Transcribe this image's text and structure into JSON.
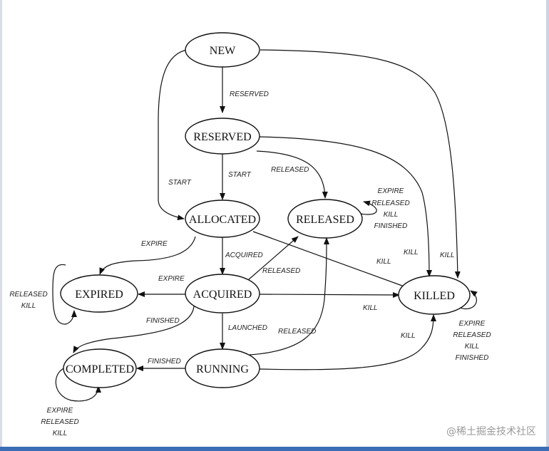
{
  "states": {
    "new": "NEW",
    "reserved": "RESERVED",
    "allocated": "ALLOCATED",
    "released": "RELEASED",
    "expired": "EXPIRED",
    "acquired": "ACQUIRED",
    "killed": "KILLED",
    "completed": "COMPLETED",
    "running": "RUNNING"
  },
  "transitions": {
    "new_to_reserved": "RESERVED",
    "new_to_allocated": "START",
    "reserved_to_allocated": "START",
    "reserved_to_released": "RELEASED",
    "released_self": [
      "EXPIRE",
      "RELEASED",
      "KILL",
      "FINISHED"
    ],
    "allocated_to_expired": "EXPIRE",
    "allocated_to_acquired": "ACQUIRED",
    "acquired_to_released": "RELEASED",
    "acquired_to_expired": "EXPIRE",
    "reserved_to_killed": "KILL",
    "new_to_killed": "KILL",
    "allocated_to_killed": "KILL",
    "acquired_to_killed": "KILL",
    "expired_self": [
      "RELEASED",
      "KILL"
    ],
    "acquired_to_completed": "FINISHED",
    "acquired_to_running": "LAUNCHED",
    "running_to_released": "RELEASED",
    "running_to_killed": "KILL",
    "killed_self": [
      "EXPIRE",
      "RELEASED",
      "KILL",
      "FINISHED"
    ],
    "running_to_completed": "FINISHED",
    "completed_self": [
      "EXPIRE",
      "RELEASED",
      "KILL"
    ]
  },
  "watermark": "@稀土掘金技术社区"
}
